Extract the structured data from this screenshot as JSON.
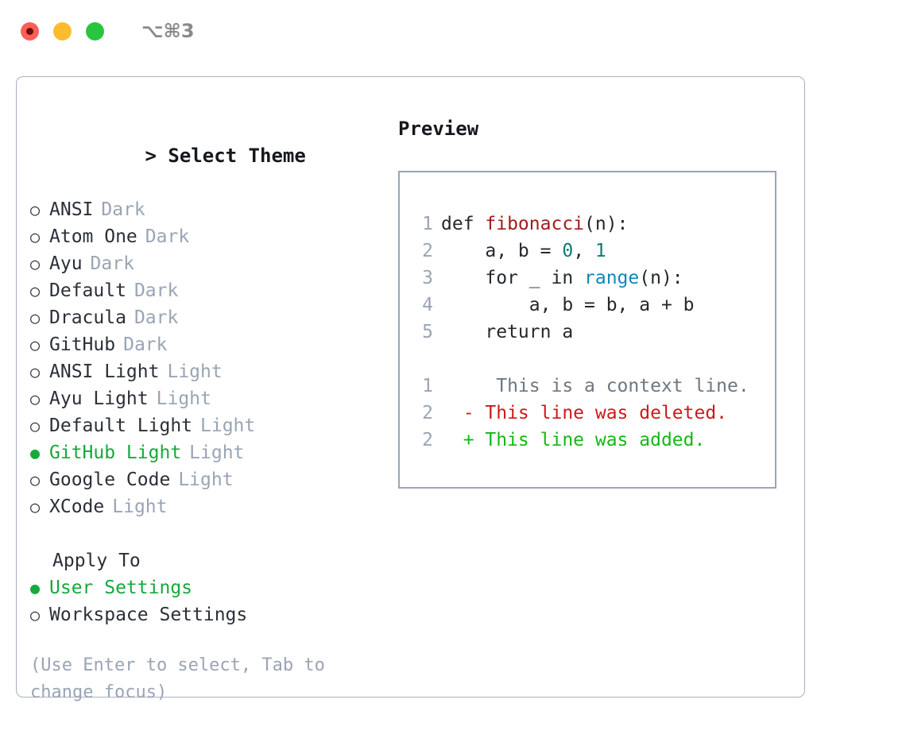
{
  "titlebar": {
    "shortcut": "⌥⌘3",
    "buttons": [
      {
        "name": "close",
        "color": "#fb5f57"
      },
      {
        "name": "minimize",
        "color": "#fdbc2e"
      },
      {
        "name": "zoom",
        "color": "#28c63f"
      }
    ]
  },
  "colors": {
    "accent_green": "#16a93c",
    "muted": "#9aa4b4",
    "text": "#2b2f38",
    "border": "#a7b0bf",
    "preview_border": "#9aa5b4",
    "diff_add": "#14b814",
    "diff_del": "#d01919",
    "diff_ctx": "#6e7781"
  },
  "theme_picker": {
    "title": "Select Theme",
    "caret": ">",
    "marker_off": "○",
    "marker_on": "●",
    "items": [
      {
        "label": "ANSI",
        "kind": "Dark",
        "selected": false
      },
      {
        "label": "Atom One",
        "kind": "Dark",
        "selected": false
      },
      {
        "label": "Ayu",
        "kind": "Dark",
        "selected": false
      },
      {
        "label": "Default",
        "kind": "Dark",
        "selected": false
      },
      {
        "label": "Dracula",
        "kind": "Dark",
        "selected": false
      },
      {
        "label": "GitHub",
        "kind": "Dark",
        "selected": false
      },
      {
        "label": "ANSI Light",
        "kind": "Light",
        "selected": false
      },
      {
        "label": "Ayu Light",
        "kind": "Light",
        "selected": false
      },
      {
        "label": "Default Light",
        "kind": "Light",
        "selected": false
      },
      {
        "label": "GitHub Light",
        "kind": "Light",
        "selected": true
      },
      {
        "label": "Google Code",
        "kind": "Light",
        "selected": false
      },
      {
        "label": "XCode",
        "kind": "Light",
        "selected": false
      }
    ]
  },
  "apply_to": {
    "title": "Apply To",
    "items": [
      {
        "label": "User Settings",
        "selected": true
      },
      {
        "label": "Workspace Settings",
        "selected": false
      }
    ]
  },
  "hint": "(Use Enter to select, Tab to change focus)",
  "preview": {
    "title": "Preview",
    "code_lines": [
      {
        "num": "1",
        "tokens": [
          {
            "text": "def ",
            "cls": "tok-plain"
          },
          {
            "text": "fibonacci",
            "cls": "tok-fn"
          },
          {
            "text": "(n):",
            "cls": "tok-plain"
          }
        ]
      },
      {
        "num": "2",
        "tokens": [
          {
            "text": "    a, b = ",
            "cls": "tok-plain"
          },
          {
            "text": "0",
            "cls": "tok-num"
          },
          {
            "text": ", ",
            "cls": "tok-plain"
          },
          {
            "text": "1",
            "cls": "tok-num"
          }
        ]
      },
      {
        "num": "3",
        "tokens": [
          {
            "text": "    for _ in ",
            "cls": "tok-plain"
          },
          {
            "text": "range",
            "cls": "tok-call"
          },
          {
            "text": "(n):",
            "cls": "tok-plain"
          }
        ]
      },
      {
        "num": "4",
        "tokens": [
          {
            "text": "        a, b = b, a + b",
            "cls": "tok-plain"
          }
        ]
      },
      {
        "num": "5",
        "tokens": [
          {
            "text": "    return a",
            "cls": "tok-plain"
          }
        ]
      }
    ],
    "diff_lines": [
      {
        "num": "1",
        "sign": " ",
        "text": "  This is a context line.",
        "cls": "diff-ctx"
      },
      {
        "num": "2",
        "sign": "-",
        "text": " This line was deleted.",
        "cls": "diff-del"
      },
      {
        "num": "2",
        "sign": "+",
        "text": " This line was added.",
        "cls": "diff-add"
      }
    ]
  }
}
